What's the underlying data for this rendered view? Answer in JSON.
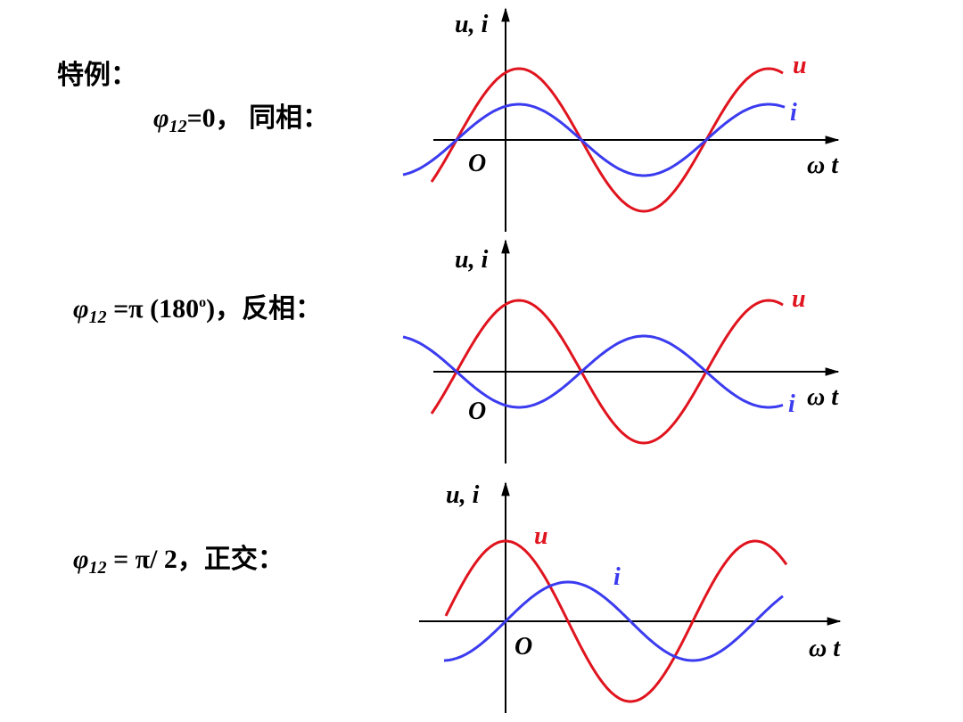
{
  "left_text": {
    "heading": "特例：",
    "case1": {
      "phi": "φ",
      "sub": "12",
      "rest": "=0，  同相："
    },
    "case2": {
      "phi": "φ",
      "sub": "12",
      "mid": " =π  (180",
      "sup": "o",
      "rest": ")，反相："
    },
    "case3": {
      "phi": "φ",
      "sub": "12",
      "rest": " = π/ 2，正交："
    }
  },
  "axis_labels": {
    "y": "u, i",
    "x": "ω t",
    "origin": "O"
  },
  "curve_labels": {
    "voltage": "u",
    "current": "i"
  },
  "colors": {
    "voltage": "#e0141e",
    "current": "#3b3bf0",
    "axis": "#000000"
  }
}
